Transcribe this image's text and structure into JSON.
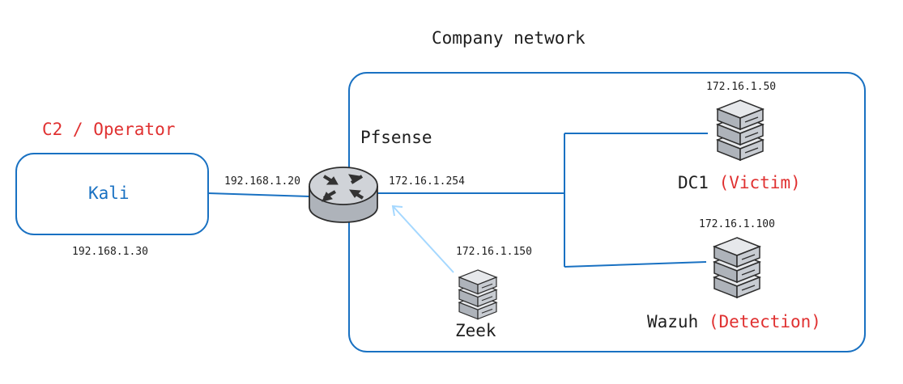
{
  "title": "Company network",
  "operator_label": "C2 / Operator",
  "kali": {
    "name": "Kali",
    "ip": "192.168.1.30"
  },
  "pfsense": {
    "name": "Pfsense",
    "wan_ip": "192.168.1.20",
    "lan_ip": "172.16.1.254"
  },
  "dc1": {
    "name": "DC1",
    "role": "(Victim)",
    "ip": "172.16.1.50"
  },
  "wazuh": {
    "name": "Wazuh",
    "role": "(Detection)",
    "ip": "172.16.1.100"
  },
  "zeek": {
    "name": "Zeek",
    "ip": "172.16.1.150"
  },
  "colors": {
    "line": "#1971c2",
    "accent_red": "#e03131",
    "mirror_arrow": "#a5d8ff",
    "router_fill": "#d0d3d8",
    "server_fill": "#c8ccd2"
  },
  "icons": [
    "router-icon",
    "server-icon"
  ]
}
